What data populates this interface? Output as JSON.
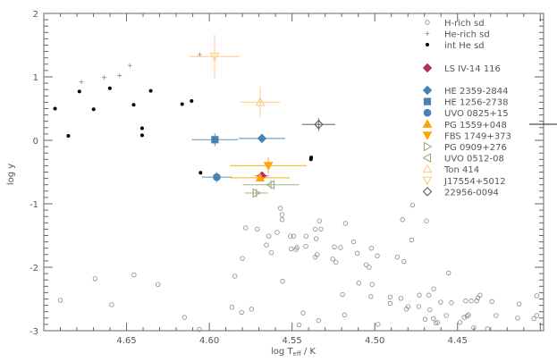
{
  "chart_data": {
    "type": "scatter",
    "xlabel": "log T",
    "xlabel_sub": "eff",
    "xlabel_suffix": " / K",
    "ylabel": "log y",
    "xlim": [
      4.7,
      4.398
    ],
    "ylim": [
      -3,
      2
    ],
    "x_inverted": true,
    "grid": false,
    "legend_placement": "top-right",
    "x_ticks": [
      "4.65",
      "4.60",
      "4.55",
      "4.50",
      "4.45"
    ],
    "y_ticks": [
      "-3",
      "-2",
      "-1",
      "0",
      "1",
      "2"
    ],
    "groups": [
      {
        "name": "H-rich sd",
        "marker": "open-circle",
        "color": "#8a8a8a",
        "points": [
          [
            4.69,
            -2.52
          ],
          [
            4.669,
            -2.18
          ],
          [
            4.659,
            -2.59
          ],
          [
            4.6455,
            -2.12
          ],
          [
            4.631,
            -2.27
          ],
          [
            4.615,
            -2.79
          ],
          [
            4.606,
            -2.98
          ],
          [
            4.557,
            -1.07
          ],
          [
            4.556,
            -1.17
          ],
          [
            4.556,
            -1.25
          ],
          [
            4.578,
            -1.38
          ],
          [
            4.571,
            -1.4
          ],
          [
            4.564,
            -1.51
          ],
          [
            4.559,
            -1.45
          ],
          [
            4.551,
            -1.51
          ],
          [
            4.549,
            -1.51
          ],
          [
            4.5415,
            -1.51
          ],
          [
            4.5655,
            -1.65
          ],
          [
            4.5505,
            -1.71
          ],
          [
            4.5476,
            -1.72
          ],
          [
            4.547,
            -1.69
          ],
          [
            4.5417,
            -1.67
          ],
          [
            4.5625,
            -1.77
          ],
          [
            4.58,
            -1.86
          ],
          [
            4.536,
            -1.4
          ],
          [
            4.5325,
            -1.4
          ],
          [
            4.5335,
            -1.27
          ],
          [
            4.5354,
            -1.55
          ],
          [
            4.5348,
            -1.8
          ],
          [
            4.536,
            -1.84
          ],
          [
            4.5244,
            -1.68
          ],
          [
            4.5207,
            -1.69
          ],
          [
            4.5254,
            -1.87
          ],
          [
            4.5235,
            -1.92
          ],
          [
            4.5177,
            -1.31
          ],
          [
            4.5128,
            -1.6
          ],
          [
            4.5106,
            -1.78
          ],
          [
            4.5021,
            -1.7
          ],
          [
            4.4985,
            -1.82
          ],
          [
            4.5052,
            -1.96
          ],
          [
            4.5034,
            -2.0
          ],
          [
            4.5845,
            -2.14
          ],
          [
            4.5557,
            -2.22
          ],
          [
            4.5097,
            -2.25
          ],
          [
            4.5016,
            -2.27
          ],
          [
            4.5195,
            -2.43
          ],
          [
            4.5023,
            -2.46
          ],
          [
            4.5863,
            -2.63
          ],
          [
            4.5805,
            -2.71
          ],
          [
            4.5745,
            -2.66
          ],
          [
            4.5433,
            -2.72
          ],
          [
            4.5183,
            -2.75
          ],
          [
            4.534,
            -2.84
          ],
          [
            4.5458,
            -2.91
          ],
          [
            4.498,
            -2.9
          ],
          [
            4.4772,
            -1.02
          ],
          [
            4.4832,
            -1.25
          ],
          [
            4.4688,
            -1.27
          ],
          [
            4.4777,
            -1.57
          ],
          [
            4.4864,
            -1.84
          ],
          [
            4.4824,
            -1.91
          ],
          [
            4.4554,
            -2.09
          ],
          [
            4.4907,
            -2.47
          ],
          [
            4.4907,
            -2.57
          ],
          [
            4.4842,
            -2.49
          ],
          [
            4.4731,
            -2.44
          ],
          [
            4.4673,
            -2.44
          ],
          [
            4.4644,
            -2.34
          ],
          [
            4.481,
            -2.66
          ],
          [
            4.4799,
            -2.62
          ],
          [
            4.4734,
            -2.62
          ],
          [
            4.4667,
            -2.67
          ],
          [
            4.4602,
            -2.55
          ],
          [
            4.4537,
            -2.56
          ],
          [
            4.4451,
            -2.53
          ],
          [
            4.4417,
            -2.53
          ],
          [
            4.4384,
            -2.53
          ],
          [
            4.4377,
            -2.48
          ],
          [
            4.4364,
            -2.44
          ],
          [
            4.4292,
            -2.54
          ],
          [
            4.4128,
            -2.58
          ],
          [
            4.4021,
            -2.45
          ],
          [
            4.4696,
            -2.82
          ],
          [
            4.4646,
            -2.81
          ],
          [
            4.4631,
            -2.88
          ],
          [
            4.462,
            -2.87
          ],
          [
            4.4568,
            -2.76
          ],
          [
            4.4485,
            -2.87
          ],
          [
            4.446,
            -2.79
          ],
          [
            4.4442,
            -2.77
          ],
          [
            4.4434,
            -2.75
          ],
          [
            4.4267,
            -2.76
          ],
          [
            4.4137,
            -2.8
          ],
          [
            4.4039,
            -2.81
          ],
          [
            4.4021,
            -2.76
          ],
          [
            4.4402,
            -2.95
          ],
          [
            4.4319,
            -2.97
          ]
        ]
      },
      {
        "name": "He-rich sd",
        "marker": "plus",
        "color": "#8a8a8a",
        "points": [
          [
            4.6773,
            0.92
          ],
          [
            4.6635,
            0.99
          ],
          [
            4.6542,
            1.02
          ],
          [
            4.648,
            1.18
          ],
          [
            4.6058,
            1.35
          ]
        ]
      },
      {
        "name": "int He sd",
        "marker": "filled-circle",
        "color": "#000000",
        "points": [
          [
            4.6932,
            0.5
          ],
          [
            4.6852,
            0.07
          ],
          [
            4.6785,
            0.77
          ],
          [
            4.6699,
            0.49
          ],
          [
            4.6601,
            0.82
          ],
          [
            4.6457,
            0.56
          ],
          [
            4.6406,
            0.19
          ],
          [
            4.6406,
            0.08
          ],
          [
            4.6354,
            0.78
          ],
          [
            4.6164,
            0.57
          ],
          [
            4.6107,
            0.62
          ],
          [
            4.6053,
            -0.51
          ],
          [
            4.5384,
            -0.27
          ],
          [
            4.5386,
            -0.3
          ]
        ]
      }
    ],
    "stars": [
      {
        "name": "LS IV-14 116",
        "marker": "filled-diamond",
        "color": "#b03060",
        "x": 4.5682,
        "y": -0.56,
        "xerr": 0.004,
        "yerr": 0.03,
        "gap_before": true
      },
      {
        "name": "HE 2359-2844",
        "marker": "filled-diamond",
        "color": "#4682b4",
        "x": 4.5682,
        "y": 0.03,
        "xerr": 0.014,
        "yerr": 0.07,
        "gap_before": true
      },
      {
        "name": "HE 1256-2738",
        "marker": "filled-square",
        "color": "#4682b4",
        "x": 4.5966,
        "y": 0.01,
        "xerr": 0.014,
        "yerr": 0.1
      },
      {
        "name": "UVO 0825+15",
        "marker": "filled-circle",
        "color": "#4682b4",
        "x": 4.5955,
        "y": -0.58,
        "xerr": 0.009,
        "yerr": 0.08
      },
      {
        "name": "PG 1559+048",
        "marker": "filled-triangle-up",
        "color": "#ffa500",
        "x": 4.5693,
        "y": -0.59,
        "xerr": 0.018,
        "yerr": 0.05
      },
      {
        "name": "FBS 1749+373",
        "marker": "filled-triangle-down",
        "color": "#ffa500",
        "x": 4.5643,
        "y": -0.4,
        "xerr": 0.023,
        "yerr": 0.13
      },
      {
        "name": "PG 0909+276",
        "marker": "open-triangle-right",
        "color": "#8fa876",
        "x": 4.5716,
        "y": -0.83,
        "xerr": 0.007,
        "yerr": 0.07
      },
      {
        "name": "UVO 0512-08",
        "marker": "open-triangle-left",
        "color": "#8fa876",
        "x": 4.5628,
        "y": -0.7,
        "xerr": 0.017,
        "yerr": 0.07
      },
      {
        "name": "Ton 414",
        "marker": "open-triangle-up",
        "color": "#ffc870",
        "x": 4.5693,
        "y": 0.6,
        "xerr": 0.012,
        "yerr": 0.24
      },
      {
        "name": "J17554+5012",
        "marker": "open-triangle-down",
        "color": "#ffc870",
        "x": 4.5968,
        "y": 1.32,
        "xerr": 0.015,
        "yerr": 0.35
      },
      {
        "name": "22956-0094",
        "marker": "open-diamond",
        "color": "#555555",
        "x": 4.5339,
        "y": 0.25,
        "xerr": 0.01,
        "yerr": 0.1
      }
    ]
  }
}
